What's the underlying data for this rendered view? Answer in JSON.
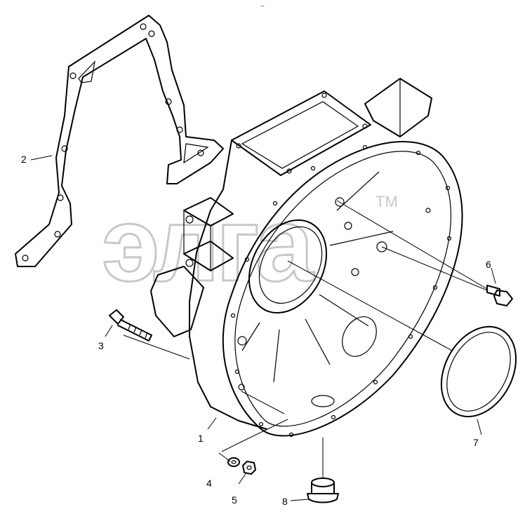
{
  "diagram": {
    "watermark": "элга",
    "watermark_mark": "TM",
    "top_mark": "~",
    "callouts": {
      "c1": "1",
      "c2": "2",
      "c3": "3",
      "c4": "4",
      "c5": "5",
      "c6": "6",
      "c7": "7",
      "c8": "8"
    }
  }
}
